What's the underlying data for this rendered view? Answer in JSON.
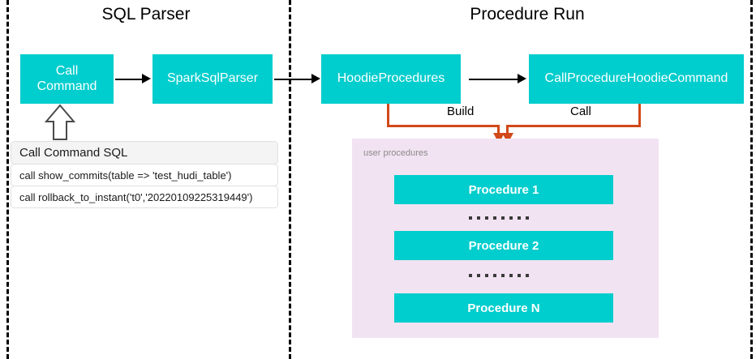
{
  "diagram": {
    "title_left": "SQL Parser",
    "title_right": "Procedure Run",
    "colors": {
      "box_fill": "#00CDCD",
      "box_text": "#FFFFFF",
      "panel_fill": "#F2E3F2",
      "connector_orange": "#D2491A",
      "connector_black": "#000000",
      "divider": "#000000"
    },
    "nodes": {
      "call_command": "Call\nCommand",
      "call_command_line1": "Call",
      "call_command_line2": "Command",
      "spark_sql_parser": "SparkSqlParser",
      "hoodie_procedures": "HoodieProcedures",
      "call_procedure_hoodie_command": "CallProcedureHoodieCommand"
    },
    "edge_labels": {
      "build": "Build",
      "call": "Call"
    },
    "sql_table": {
      "header": "Call Command SQL",
      "rows": [
        "call show_commits(table => 'test_hudi_table')",
        "call rollback_to_instant('t0','20220109225319449')"
      ]
    },
    "procedures_panel": {
      "label": "user procedures",
      "items": [
        "Procedure 1",
        "Procedure 2",
        "Procedure N"
      ],
      "ellipsis_dot_count": 8
    }
  }
}
